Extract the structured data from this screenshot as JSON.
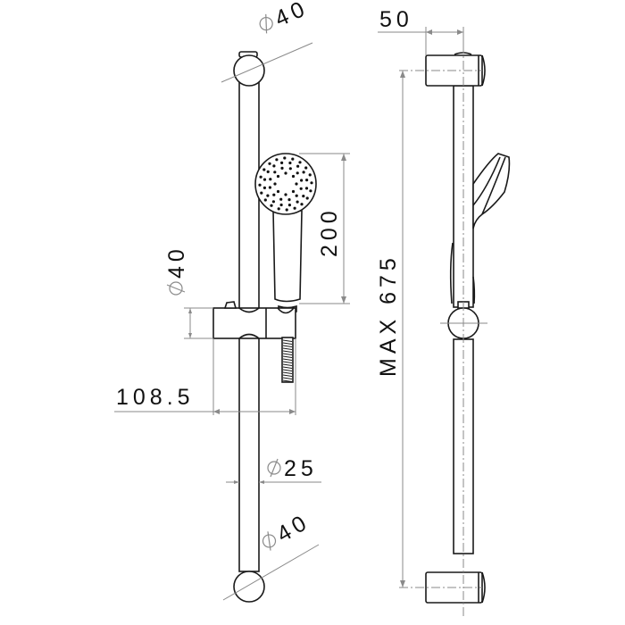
{
  "drawing": {
    "title": "Shower rail kit technical drawing",
    "units": "mm",
    "line_color": "#1a1a1a",
    "dimension_color": "#8a8a8a"
  },
  "front_view": {
    "top_bracket_dim": {
      "symbol": "diameter",
      "value": "40"
    },
    "handset_height_dim": {
      "value": "200"
    },
    "slider_dim": {
      "symbol": "diameter",
      "value": "40"
    },
    "projection_dim": {
      "value": "108.5"
    },
    "rail_dim": {
      "symbol": "diameter",
      "value": "25"
    },
    "bottom_bracket_dim": {
      "symbol": "diameter",
      "value": "40"
    }
  },
  "side_view": {
    "bracket_projection_dim": {
      "value": "50"
    },
    "rail_length_dim": {
      "prefix": "MAX",
      "value": "675",
      "label": "MAX 675"
    }
  }
}
